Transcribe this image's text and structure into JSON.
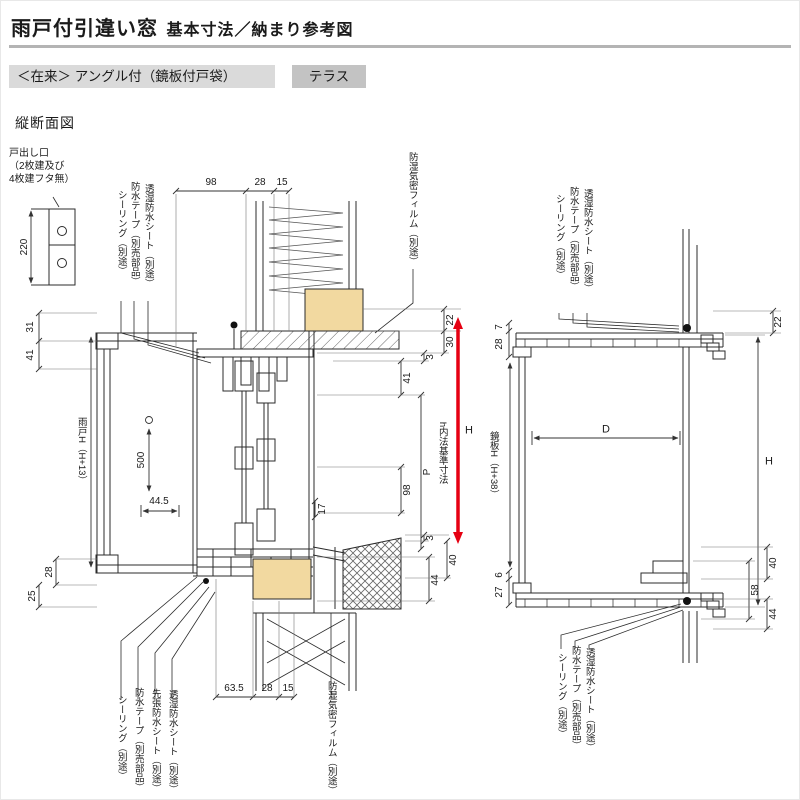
{
  "header": {
    "title_main": "雨戸付引違い窓",
    "title_sub": "基本寸法／納まり参考図",
    "subtitle": "＜在来＞ アングル付（鏡板付戸袋）",
    "badge": "テラス",
    "section_label": "縦断面図"
  },
  "colors": {
    "accent_red": "#e60012",
    "wood_tan": "#f2d9a0"
  },
  "left": {
    "note": {
      "l1": "戸出し口",
      "l2": "（2枚建及び",
      "l3": "4枚建フタ無）"
    },
    "materials_top": [
      "シーリング（別途）",
      "防水テープ（別売部品）",
      "透湿防水シート（別途）",
      "防湿気密フィルム（別途）"
    ],
    "materials_bottom": [
      "シーリング（別途）",
      "防水テープ（別売部品）",
      "先張防水シート（別途）",
      "透湿防水シート（別途）",
      "防湿気密フィルム（別途）"
    ],
    "dims": {
      "door_exit": "220",
      "top_98": "98",
      "top_28": "28",
      "top_15": "15",
      "left_31": "31",
      "left_41": "41",
      "shutter_h": "雨戸H（H+13）",
      "bottom_left_28": "28",
      "bottom_left_25": "25",
      "inner_500": "500",
      "inner_445": "44.5",
      "inner_17": "17",
      "r_22": "22",
      "r_30": "30",
      "r_3a": "3",
      "r_41": "41",
      "r_P": "P",
      "r_98": "98",
      "r_3b": "3",
      "r_40": "40",
      "r_44": "44",
      "std_label": "h内法基準寸法",
      "H": "H",
      "bot_635": "63.5",
      "bot_28": "28",
      "bot_15": "15"
    }
  },
  "right": {
    "materials_top": [
      "シーリング（別途）",
      "防水テープ（別売部品）",
      "透湿防水シート（別途）"
    ],
    "materials_bottom": [
      "シーリング（別途）",
      "防水テープ（別売部品）",
      "透湿防水シート（別途）"
    ],
    "dims": {
      "left_7": "7",
      "left_28": "28",
      "left_6": "6",
      "left_27": "27",
      "panel_h": "鏡板H（H+38）",
      "D": "D",
      "H": "H",
      "r_22": "22",
      "r_40": "40",
      "r_58": "58",
      "r_44": "44"
    }
  }
}
